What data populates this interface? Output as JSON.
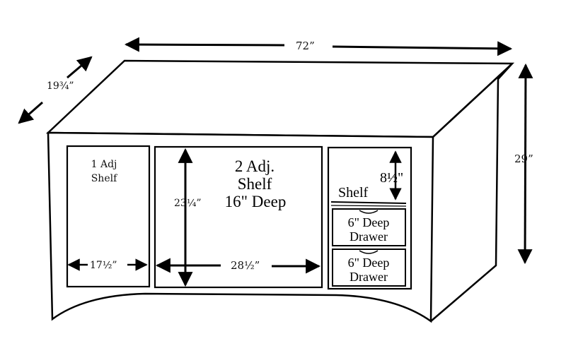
{
  "dimensions": {
    "width": "72”",
    "depth": "19¾”",
    "height": "29”",
    "left_opening_width": "17½”",
    "center_opening_width": "28½”",
    "center_opening_height": "23¼”",
    "right_shelf_height": "8½\""
  },
  "compartments": {
    "left": {
      "line1": "1 Adj",
      "line2": "Shelf"
    },
    "center": {
      "line1": "2 Adj.",
      "line2": "Shelf",
      "line3": "16\" Deep"
    },
    "right": {
      "shelf": "Shelf",
      "drawer_top": {
        "line1": "6\" Deep",
        "line2": "Drawer"
      },
      "drawer_bottom": {
        "line1": "6\" Deep",
        "line2": "Drawer"
      }
    }
  }
}
